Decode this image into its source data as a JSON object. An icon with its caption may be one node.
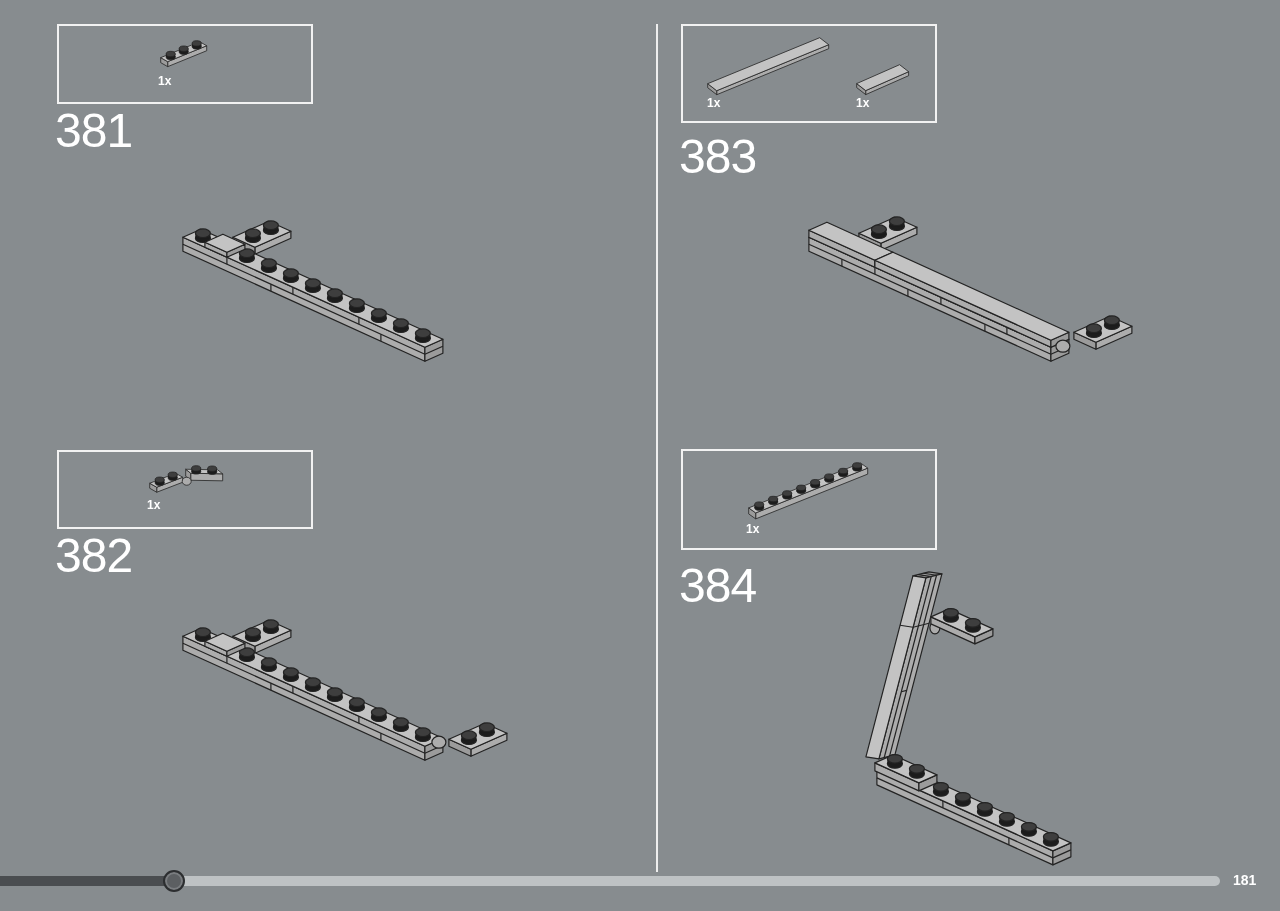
{
  "diagram": {
    "nodes": [
      {
        "text": [
          "1x"
        ],
        "beside": [
          "381"
        ]
      },
      {
        "text": [
          "1x"
        ],
        "beside": [
          "382"
        ]
      },
      {
        "text": [
          "1x",
          "1x"
        ],
        "beside": [
          "383"
        ]
      },
      {
        "text": [
          "1x"
        ],
        "beside": [
          "384"
        ]
      }
    ],
    "labels": [
      "181"
    ]
  }
}
